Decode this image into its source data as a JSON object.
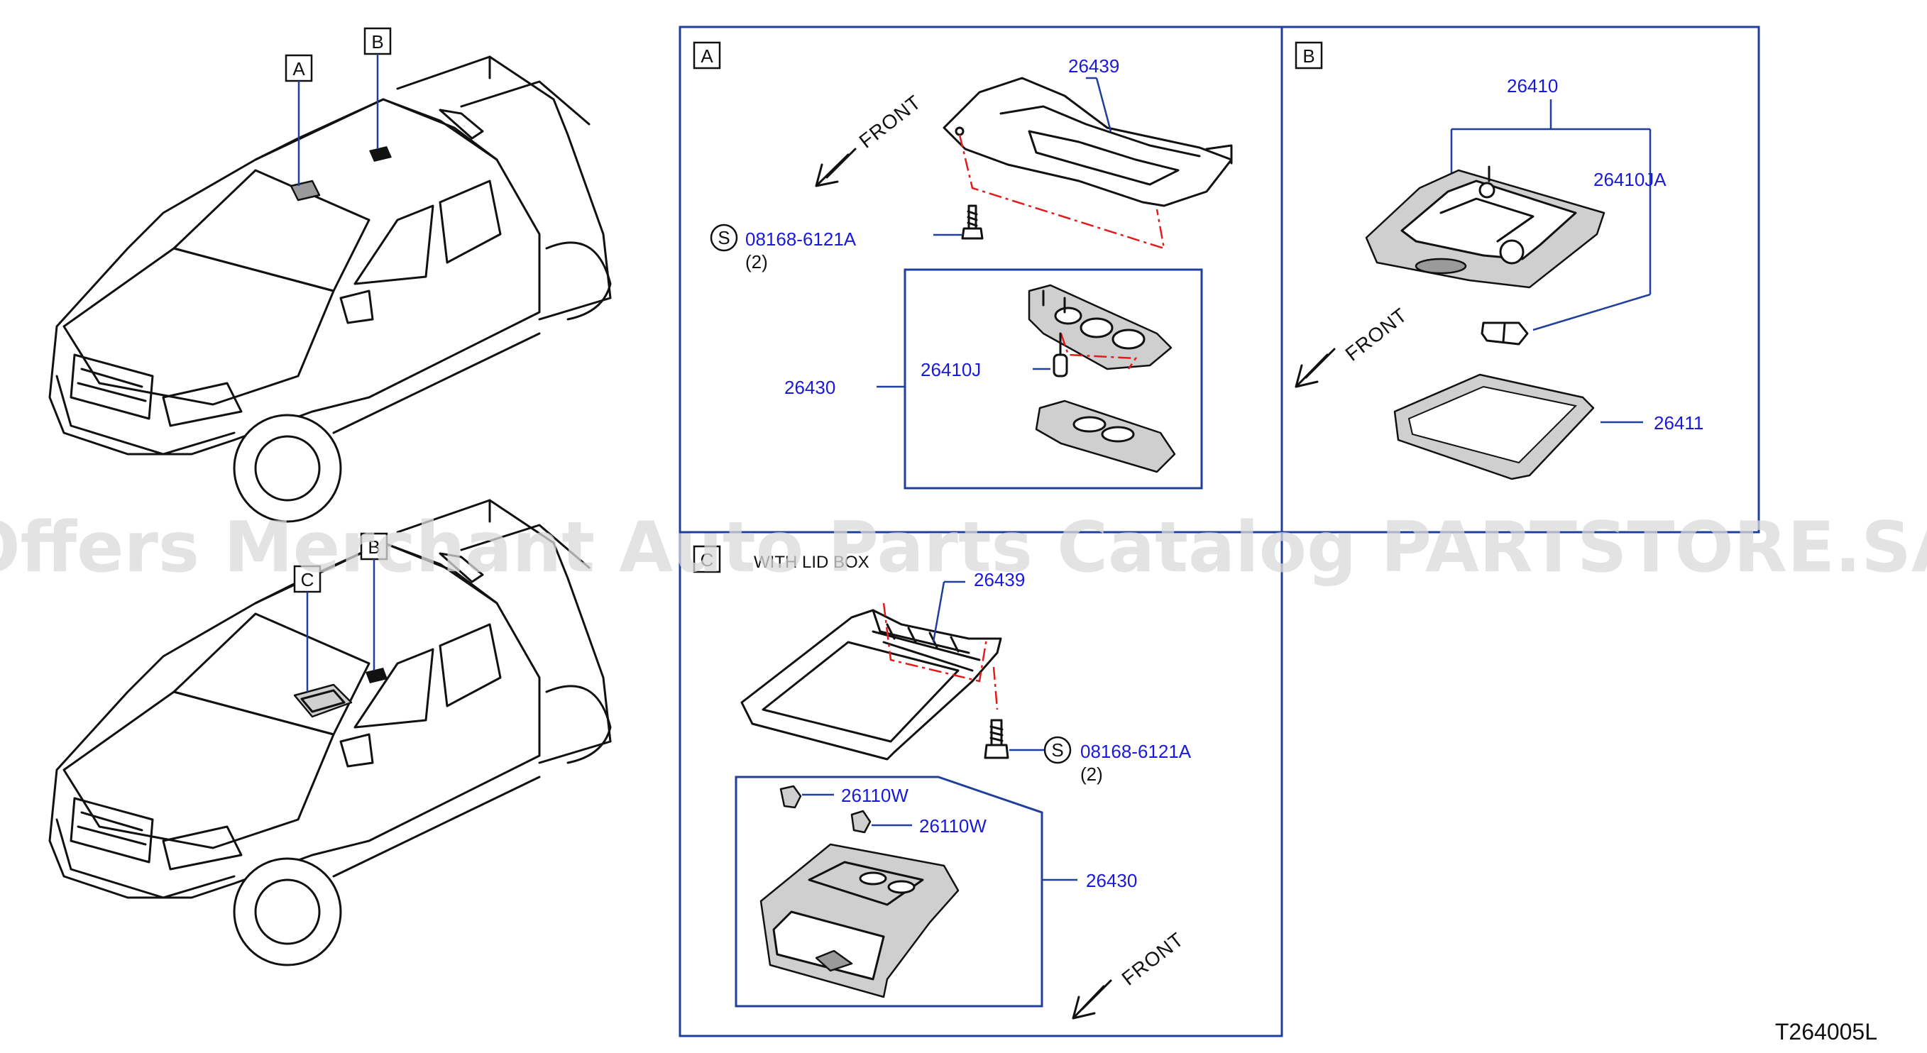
{
  "diagram_id": "T264005L",
  "watermark": "Offers Merchant Auto Parts Catalog PARTSTORE.SA",
  "front_label": "FRONT",
  "view_labels": {
    "a": "A",
    "b": "B",
    "c": "C"
  },
  "screw_symbol": "S",
  "panel_a": {
    "console": "26439",
    "screw": "08168-6121A",
    "screw_qty": "(2)",
    "lamp_assy": "26430",
    "bulb": "26410J"
  },
  "panel_b": {
    "lamp_assy": "26410",
    "bulb": "26410JA",
    "lens": "26411"
  },
  "panel_c": {
    "caption": "WITH LID BOX",
    "console": "26439",
    "screw": "08168-6121A",
    "screw_qty": "(2)",
    "clip_1": "26110W",
    "clip_2": "26110W",
    "lamp_assy": "26430"
  },
  "colors": {
    "part_number": "#1a1ad6",
    "frame": "#1f3f9a",
    "centerline": "#e21b1b"
  }
}
